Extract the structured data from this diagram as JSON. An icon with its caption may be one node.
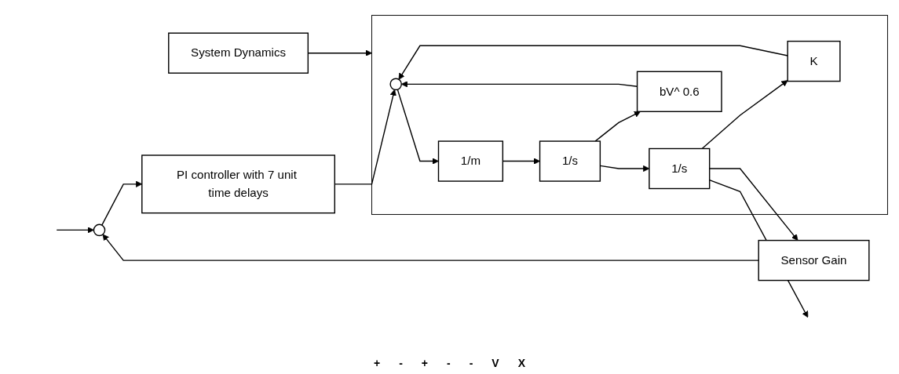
{
  "diagram": {
    "nodes": [
      {
        "text": [],
        "shape": "circle"
      },
      {
        "text": [
          "PI controller with 7 unit time delays"
        ]
      },
      {
        "text": [
          "System Dynamics"
        ]
      },
      {
        "text": [],
        "shape": "box"
      },
      {
        "text": [],
        "shape": "circle",
        "in": 3
      },
      {
        "text": [
          "1/m"
        ],
        "in": 3
      },
      {
        "text": [
          "1/s"
        ],
        "in": 3
      },
      {
        "text": [
          "1/s"
        ],
        "in": 3
      },
      {
        "text": [
          "bV^ 0.6"
        ],
        "in": 3
      },
      {
        "text": [
          "K"
        ],
        "in": 3
      },
      {
        "text": [
          "Sensor Gain"
        ]
      }
    ],
    "edges": [
      {
        "from": null,
        "to": 0,
        "arrow": "to"
      },
      {
        "from": 0,
        "to": 1,
        "arrow": "to"
      },
      {
        "from": 1,
        "to": 4,
        "arrow": "to"
      },
      {
        "from": 4,
        "to": 5,
        "arrow": "to"
      },
      {
        "from": 5,
        "to": 6,
        "arrow": "to"
      },
      {
        "from": 6,
        "to": 7,
        "arrow": "to"
      },
      {
        "from": 6,
        "to": 8,
        "arrow": "to"
      },
      {
        "from": 8,
        "to": 4,
        "arrow": "to"
      },
      {
        "from": 7,
        "to": 9,
        "arrow": "to"
      },
      {
        "from": 9,
        "to": 4,
        "arrow": "to"
      },
      {
        "from": 7,
        "to": 10,
        "arrow": "to"
      },
      {
        "from": 10,
        "to": 0,
        "arrow": "to"
      },
      {
        "from": 7,
        "to": null,
        "arrow": "to"
      },
      {
        "from": 2,
        "to": 3,
        "arrow": "to"
      }
    ],
    "labels": [
      "+",
      "-",
      "+",
      "-",
      "-",
      "V",
      "X"
    ]
  }
}
